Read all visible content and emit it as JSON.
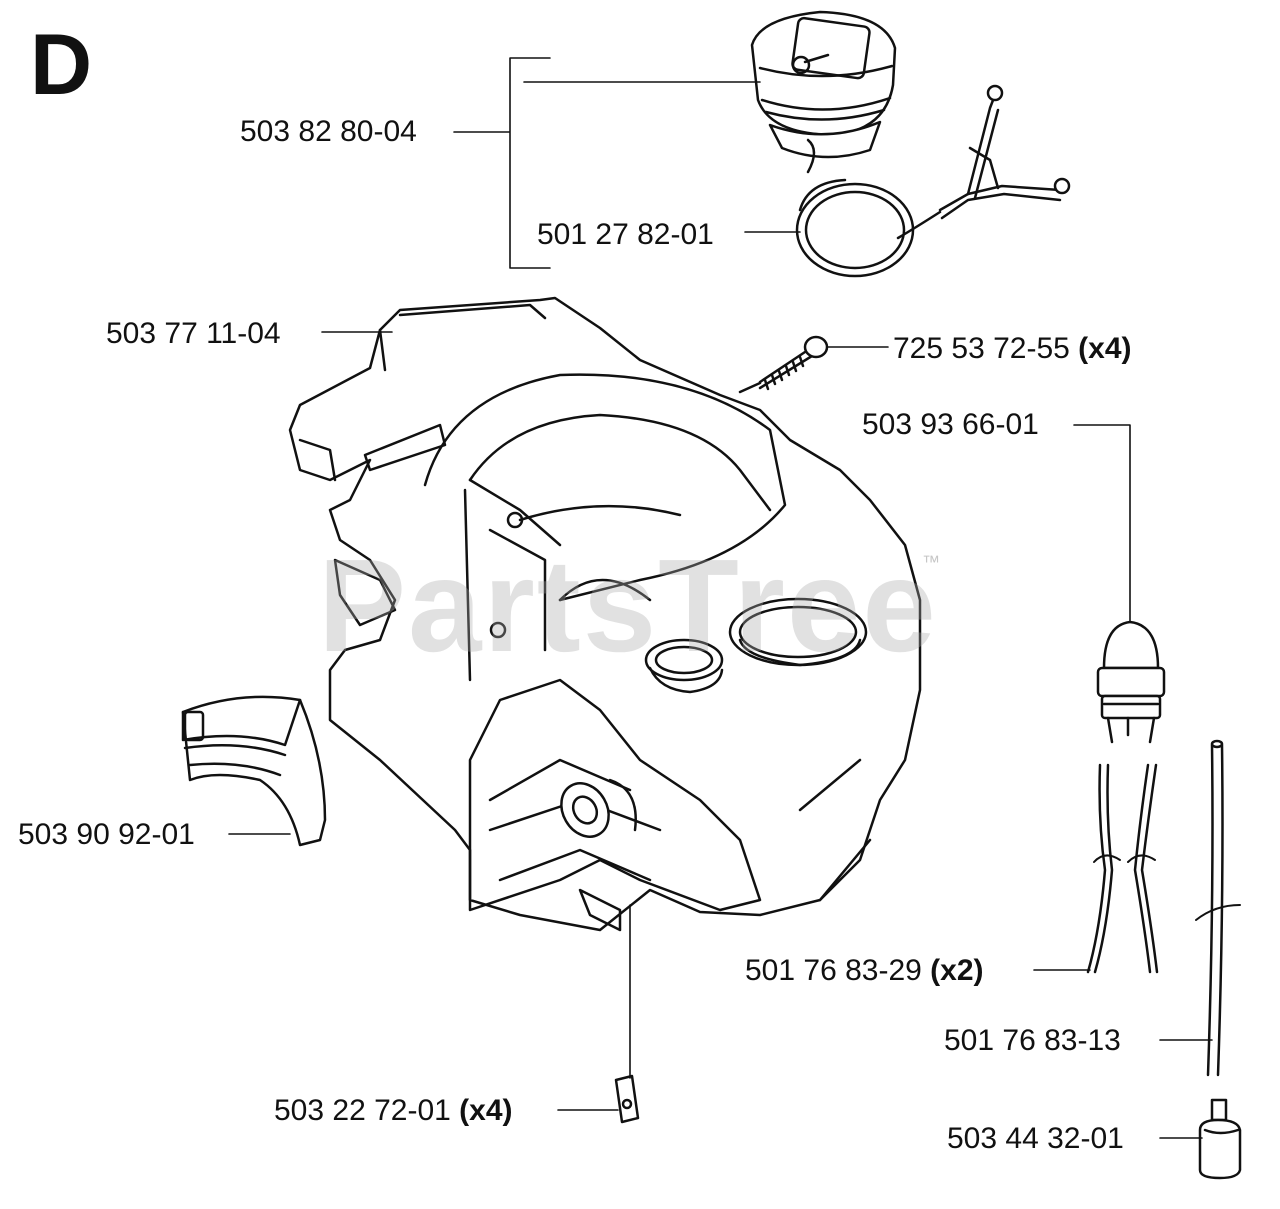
{
  "section_letter": "D",
  "watermark": {
    "text": "PartsTree",
    "trademark": "™"
  },
  "parts": {
    "fuel_cap": {
      "number": "503 82 80-04"
    },
    "o_ring": {
      "number": "501 27 82-01"
    },
    "tank_housing": {
      "number": "503 77 11-04"
    },
    "screw": {
      "number": "725 53 72-55",
      "qty": "(x4)"
    },
    "primer_bulb": {
      "number": "503 93 66-01"
    },
    "spacer": {
      "number": "503 90 92-01"
    },
    "fuel_hose_pair": {
      "number": "501 76 83-29",
      "qty": "(x2)"
    },
    "fuel_hose": {
      "number": "501 76 83-13"
    },
    "clip": {
      "number": "503 22 72-01",
      "qty": "(x4)"
    },
    "fuel_filter": {
      "number": "503 44 32-01"
    }
  },
  "colors": {
    "line": "#111111",
    "fill": "#ffffff",
    "watermark": "#aaaaaa"
  }
}
